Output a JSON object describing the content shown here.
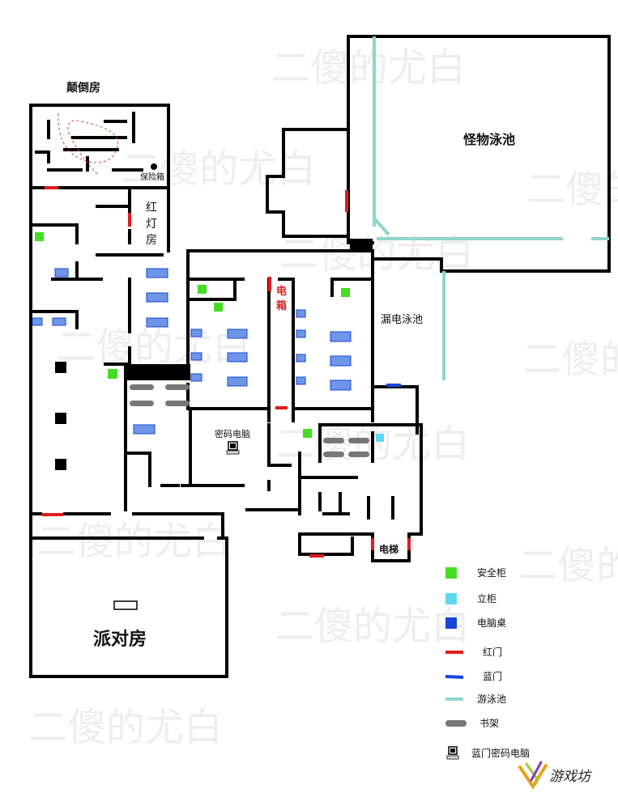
{
  "rooms": {
    "upside_down": "颠倒房",
    "safe_box": "保险箱",
    "red_light_1": "红",
    "red_light_2": "灯",
    "red_light_3": "房",
    "monster_pool": "怪物泳池",
    "electric_box_1": "电",
    "electric_box_2": "箱",
    "leaky_pool": "漏电泳池",
    "password_pc": "密码电脑",
    "elevator": "电梯",
    "party_room": "派对房"
  },
  "legend": [
    {
      "label": "安全柜",
      "color": "#44dd22",
      "icon": "green-square"
    },
    {
      "label": "立柜",
      "color": "#5fd8f0",
      "icon": "cyan-square"
    },
    {
      "label": "电脑桌",
      "color": "#1446d8",
      "icon": "blue-square"
    },
    {
      "label": "红门",
      "color": "#e11c1c",
      "icon": "red-line"
    },
    {
      "label": "蓝门",
      "color": "#1446d8",
      "icon": "blue-line"
    },
    {
      "label": "游泳池",
      "color": "#8fd6cc",
      "icon": "teal-line"
    },
    {
      "label": "书架",
      "color": "#777777",
      "icon": "gray-pill"
    },
    {
      "label": "蓝门密码电脑",
      "color": "#000000",
      "icon": "computer-icon"
    }
  ],
  "watermark": "二傻的尤白",
  "logo_text": "游戏坊",
  "colors": {
    "wall": "#000000",
    "safe_cabinet": "#44dd22",
    "standing_cabinet": "#5fd8f0",
    "desk": "#6f95e6",
    "red_door": "#e11c1c",
    "blue_door": "#1446d8",
    "pool": "#8fd6cc",
    "bookshelf": "#777777"
  }
}
